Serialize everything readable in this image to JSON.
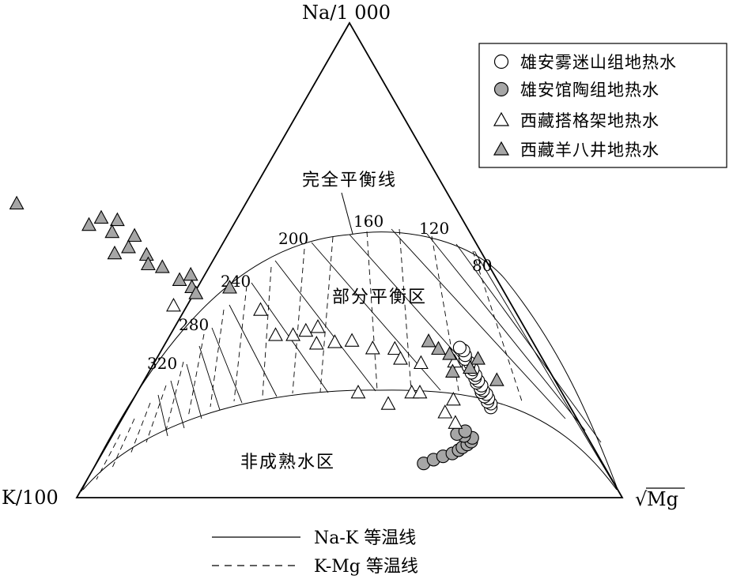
{
  "chart_data": {
    "type": "scatter",
    "subtype": "ternary-giggenbach",
    "vertices": {
      "top": "Na/1 000",
      "left": "K/100",
      "right": "Mg"
    },
    "right_vertex_radical": "√",
    "region_labels": {
      "full_equilibrium": "完全平衡线",
      "partial_equilibrium": "部分平衡区",
      "immature": "非成熟水区"
    },
    "nak_temperature_labels": [
      "160",
      "120",
      "80",
      "200",
      "240",
      "280",
      "320"
    ],
    "legend": {
      "placement": "top-right",
      "entries": [
        {
          "label": "雄安雾迷山组地热水",
          "marker": "circle-open"
        },
        {
          "label": "雄安馆陶组地热水",
          "marker": "circle-filled"
        },
        {
          "label": "西藏搭格架地热水",
          "marker": "triangle-open"
        },
        {
          "label": "西藏羊八井地热水",
          "marker": "triangle-filled"
        }
      ]
    },
    "line_legend": {
      "solid": "Na-K 等温线",
      "dashed": "K-Mg 等温线"
    },
    "series": [
      {
        "name": "雄安雾迷山组地热水",
        "marker": "circle-open",
        "points": [
          [
            0.19,
            0.146
          ],
          [
            0.198,
            0.142
          ],
          [
            0.202,
            0.146
          ],
          [
            0.209,
            0.141
          ],
          [
            0.213,
            0.146
          ],
          [
            0.218,
            0.14
          ],
          [
            0.222,
            0.147
          ],
          [
            0.226,
            0.142
          ],
          [
            0.23,
            0.145
          ],
          [
            0.236,
            0.14
          ],
          [
            0.242,
            0.146
          ],
          [
            0.246,
            0.141
          ],
          [
            0.252,
            0.144
          ],
          [
            0.258,
            0.14
          ],
          [
            0.263,
            0.145
          ],
          [
            0.27,
            0.139
          ],
          [
            0.276,
            0.144
          ],
          [
            0.284,
            0.138
          ],
          [
            0.292,
            0.142
          ],
          [
            0.3,
            0.138
          ],
          [
            0.31,
            0.136
          ],
          [
            0.316,
            0.14
          ]
        ]
      },
      {
        "name": "雄安馆陶组地热水",
        "marker": "circle-filled",
        "points": [
          [
            0.072,
            0.328
          ],
          [
            0.08,
            0.306
          ],
          [
            0.087,
            0.285
          ],
          [
            0.093,
            0.265
          ],
          [
            0.1,
            0.25
          ],
          [
            0.106,
            0.24
          ],
          [
            0.112,
            0.228
          ],
          [
            0.118,
            0.218
          ],
          [
            0.126,
            0.212
          ],
          [
            0.13,
            0.225
          ],
          [
            0.134,
            0.236
          ],
          [
            0.14,
            0.218
          ]
        ]
      },
      {
        "name": "西藏搭格架地热水",
        "marker": "triangle-open",
        "points": [
          [
            0.405,
            0.62
          ],
          [
            0.343,
            0.464
          ],
          [
            0.396,
            0.465
          ],
          [
            0.343,
            0.432
          ],
          [
            0.352,
            0.404
          ],
          [
            0.36,
            0.378
          ],
          [
            0.325,
            0.398
          ],
          [
            0.328,
            0.363
          ],
          [
            0.331,
            0.33
          ],
          [
            0.315,
            0.3
          ],
          [
            0.314,
            0.26
          ],
          [
            0.293,
            0.26
          ],
          [
            0.284,
            0.227
          ],
          [
            0.287,
            0.164
          ],
          [
            0.222,
            0.373
          ],
          [
            0.198,
            0.33
          ],
          [
            0.222,
            0.275
          ],
          [
            0.222,
            0.26
          ],
          [
            0.207,
            0.206
          ],
          [
            0.18,
            0.235
          ],
          [
            0.158,
            0.227
          ]
        ]
      },
      {
        "name": "西藏羊八井地热水",
        "marker": "triangle-filled",
        "points": [
          [
            0.62,
            0.8
          ],
          [
            0.59,
            0.66
          ],
          [
            0.585,
            0.633
          ],
          [
            0.575,
            0.69
          ],
          [
            0.56,
            0.655
          ],
          [
            0.552,
            0.618
          ],
          [
            0.515,
            0.673
          ],
          [
            0.528,
            0.641
          ],
          [
            0.512,
            0.616
          ],
          [
            0.492,
            0.623
          ],
          [
            0.486,
            0.6
          ],
          [
            0.47,
            0.556
          ],
          [
            0.459,
            0.582
          ],
          [
            0.444,
            0.567
          ],
          [
            0.431,
            0.566
          ],
          [
            0.443,
            0.498
          ],
          [
            0.33,
            0.19
          ],
          [
            0.293,
            0.118
          ],
          [
            0.274,
            0.142
          ],
          [
            0.266,
            0.178
          ],
          [
            0.248,
            0.106
          ],
          [
            0.303,
            0.165
          ],
          [
            0.314,
            0.18
          ]
        ]
      }
    ]
  }
}
